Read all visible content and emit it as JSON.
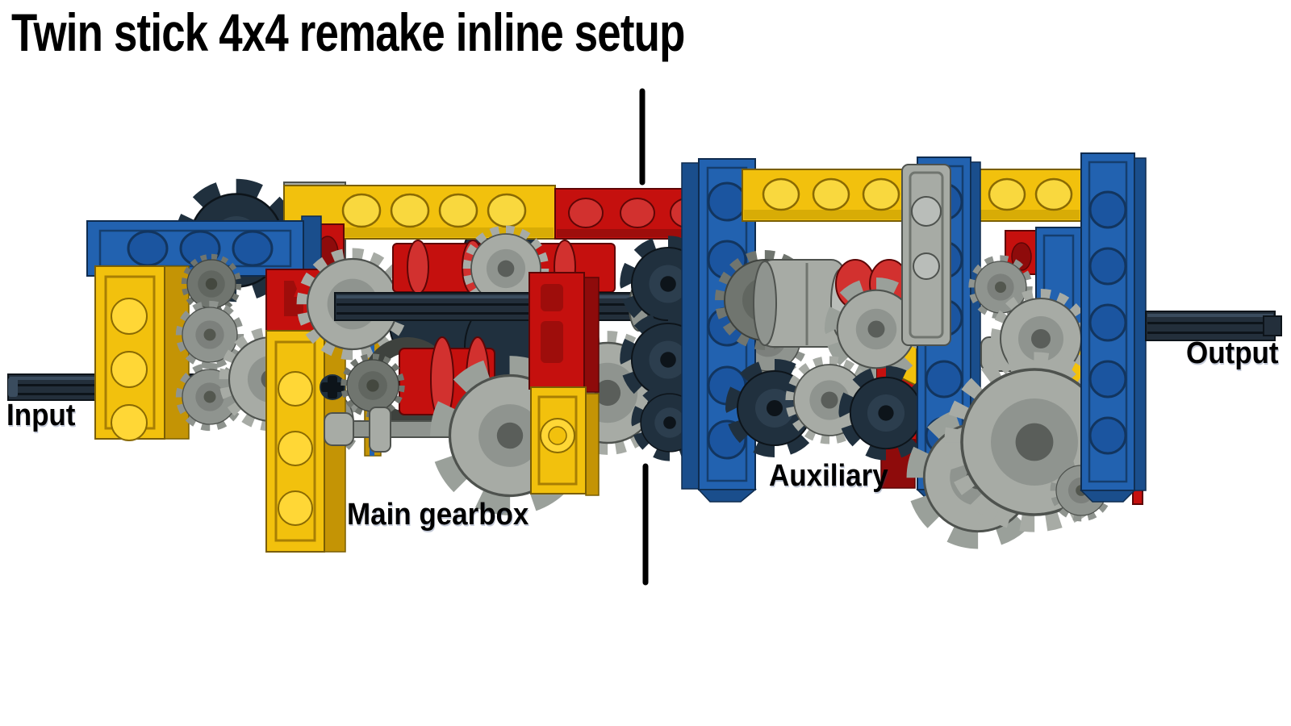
{
  "title": "Twin stick 4x4 remake inline setup",
  "labels": {
    "input": "Input",
    "main_gearbox": "Main gearbox",
    "auxiliary": "Auxiliary",
    "output": "Output"
  },
  "colors": {
    "background": "#FFFFFF",
    "text": "#000000",
    "divider_lines": "#000000",
    "lego_yellow": "#F2C10D",
    "lego_blue": "#2262B0",
    "lego_red": "#C5100E",
    "gear_gray_light": "#A7ABA5",
    "gear_gray_dark": "#70756F",
    "dark_bluish_parts": "#20303E"
  },
  "diagram": {
    "type": "lego-technic-drivetrain-side-view",
    "divider_line_count": 2,
    "flow": [
      "Input",
      "Main gearbox",
      "Auxiliary",
      "Output"
    ]
  }
}
